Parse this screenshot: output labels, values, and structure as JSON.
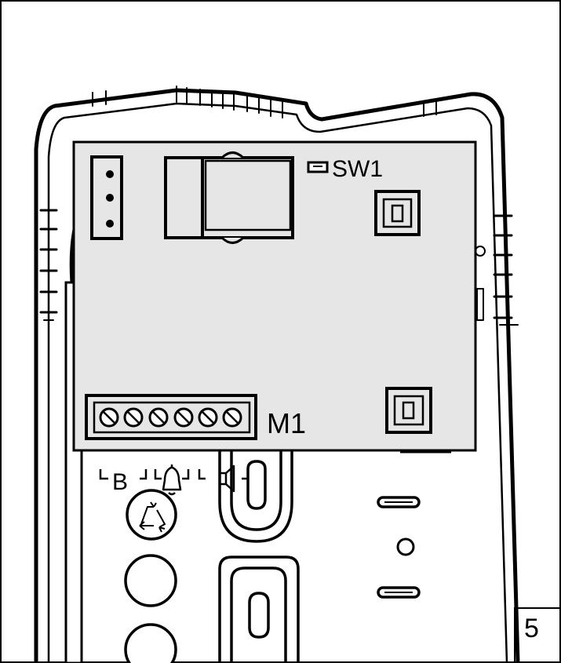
{
  "labels": {
    "switch": "SW1",
    "terminal_block": "M1",
    "terminal_b": "B",
    "figure_number": "5"
  },
  "icons": {
    "bell": "bell-icon",
    "speaker": "speaker-icon",
    "recycle": "recycle-icon"
  },
  "colors": {
    "board_fill": "#e6e6e6",
    "line": "#000000",
    "background": "#ffffff"
  }
}
